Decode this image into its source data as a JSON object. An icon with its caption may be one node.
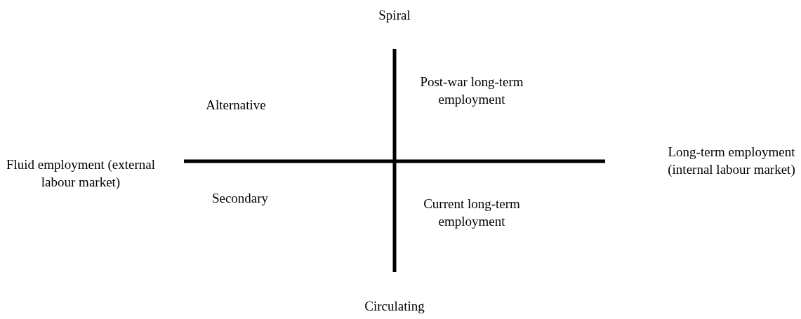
{
  "diagram": {
    "labels": [
      "Spiral",
      "Alternative",
      "Post-war long-term employment",
      "Fluid employment (external labour market)",
      "Long-term employment (internal labour market)",
      "Secondary",
      "Current long-term employment",
      "Circulating"
    ]
  }
}
